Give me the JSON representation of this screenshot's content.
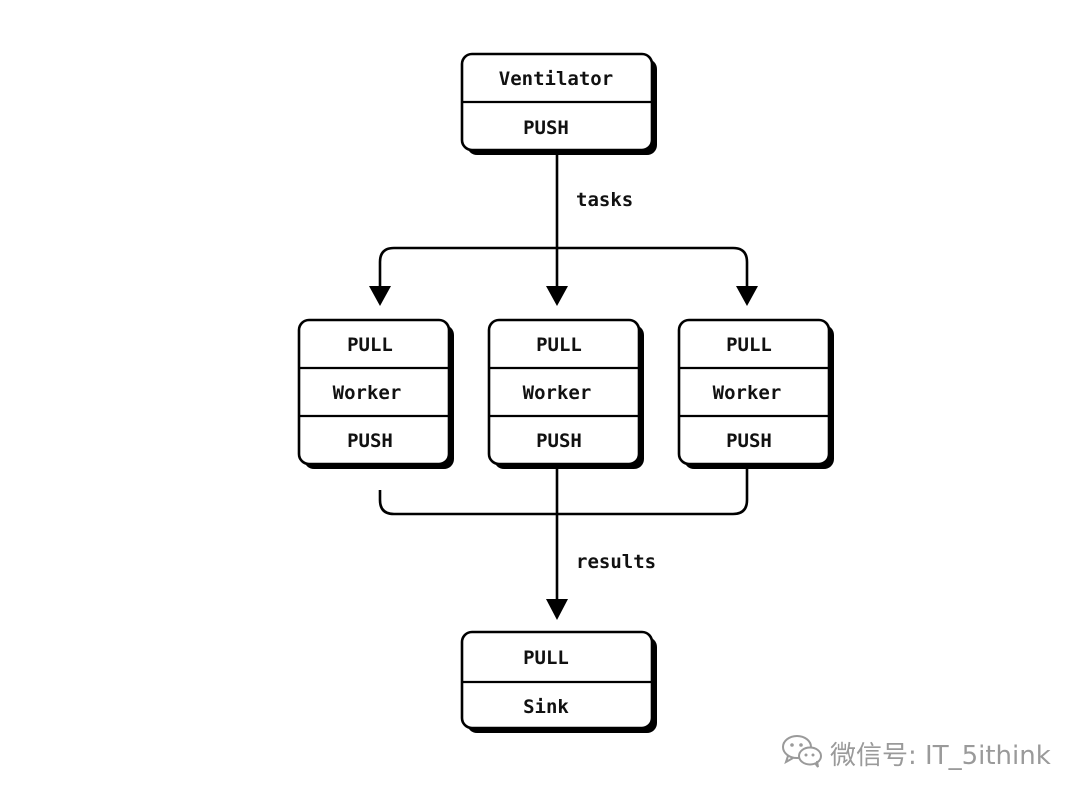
{
  "nodes": {
    "ventilator": {
      "rows": [
        "Ventilator",
        "PUSH"
      ]
    },
    "worker_left": {
      "rows": [
        "PULL",
        "Worker",
        "PUSH"
      ]
    },
    "worker_middle": {
      "rows": [
        "PULL",
        "Worker",
        "PUSH"
      ]
    },
    "worker_right": {
      "rows": [
        "PULL",
        "Worker",
        "PUSH"
      ]
    },
    "sink": {
      "rows": [
        "PULL",
        "Sink"
      ]
    }
  },
  "edges": {
    "tasks_label": "tasks",
    "results_label": "results"
  },
  "watermark": {
    "icon": "wechat-icon",
    "text": "微信号: IT_5ithink",
    "color": "#9a9a9a"
  }
}
